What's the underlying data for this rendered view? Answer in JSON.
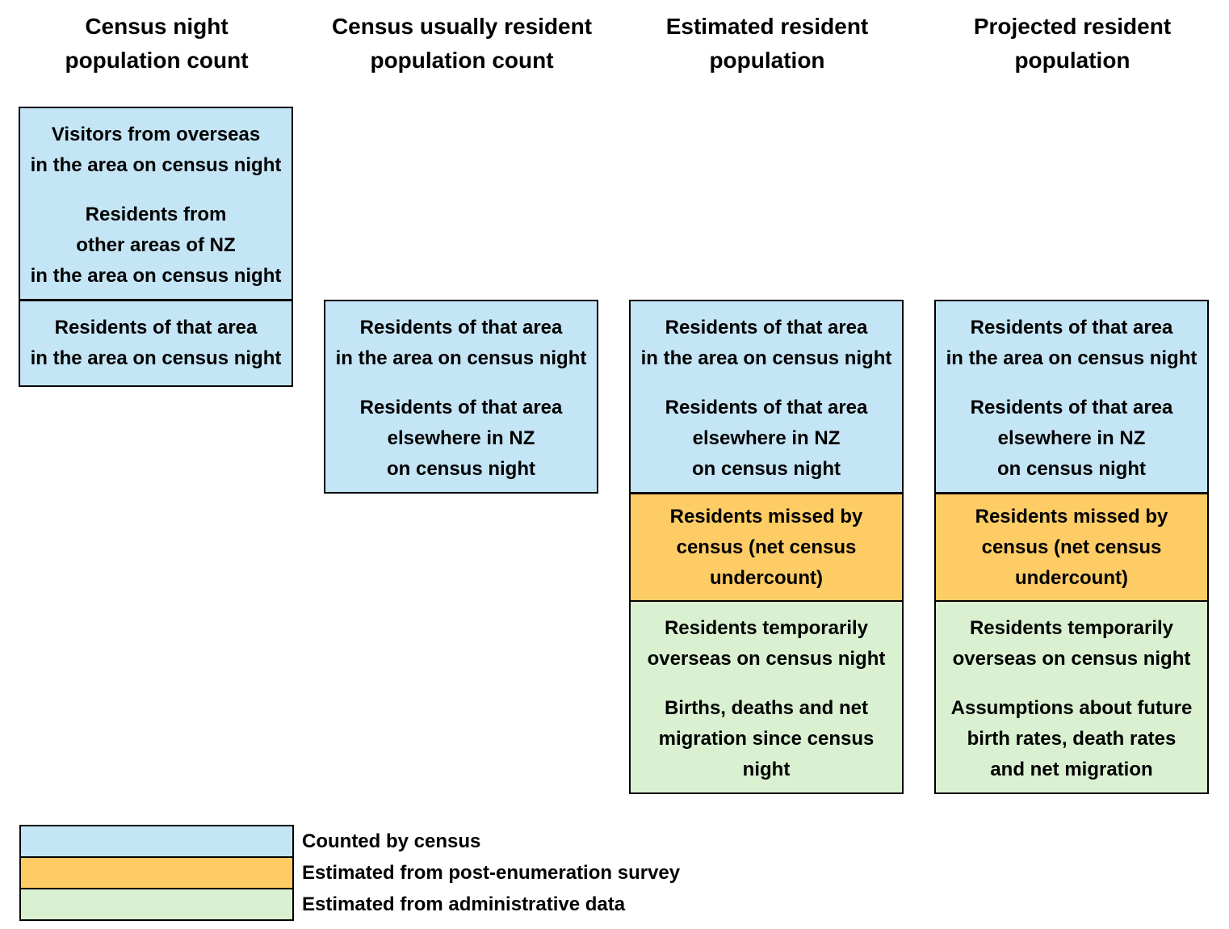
{
  "columns": [
    {
      "header": "Census night\npopulation count",
      "boxes": [
        {
          "text": "Visitors from overseas\nin the area on census night",
          "category": "counted"
        },
        {
          "text": "Residents from\nother areas of NZ\nin the area on census night",
          "category": "counted"
        },
        {
          "text": "Residents of that area\nin the area on census night",
          "category": "counted"
        }
      ]
    },
    {
      "header": "Census usually resident\npopulation count",
      "boxes": [
        {
          "text": "Residents of that area\nin the area on census night",
          "category": "counted"
        },
        {
          "text": "Residents of that area\nelsewhere in NZ\non census night",
          "category": "counted"
        }
      ]
    },
    {
      "header": "Estimated resident\npopulation",
      "boxes": [
        {
          "text": "Residents of that area\nin the area on census night",
          "category": "counted"
        },
        {
          "text": "Residents of that area\nelsewhere in NZ\non census night",
          "category": "counted"
        },
        {
          "text": "Residents missed by\ncensus (net census\nundercount)",
          "category": "pes"
        },
        {
          "text": "Residents temporarily\noverseas on census night",
          "category": "admin"
        },
        {
          "text": "Births, deaths and net\nmigration since census\nnight",
          "category": "admin"
        }
      ]
    },
    {
      "header": "Projected resident\npopulation",
      "boxes": [
        {
          "text": "Residents of that area\nin the area on census night",
          "category": "counted"
        },
        {
          "text": "Residents of that area\nelsewhere in NZ\non census night",
          "category": "counted"
        },
        {
          "text": "Residents missed by\ncensus (net census\nundercount)",
          "category": "pes"
        },
        {
          "text": "Residents temporarily\noverseas on census night",
          "category": "admin"
        },
        {
          "text": "Assumptions about future\nbirth rates, death rates\nand net migration",
          "category": "admin"
        }
      ]
    }
  ],
  "legend": [
    {
      "label": "Counted by census",
      "category": "counted",
      "color": "#c4e5f5"
    },
    {
      "label": "Estimated from post-enumeration survey",
      "category": "pes",
      "color": "#fecc65"
    },
    {
      "label": "Estimated from administrative data",
      "category": "admin",
      "color": "#d9f1d1"
    }
  ],
  "colors": {
    "counted": "#c4e5f5",
    "pes": "#fecc65",
    "admin": "#d9f1d1",
    "border": "#000000"
  }
}
